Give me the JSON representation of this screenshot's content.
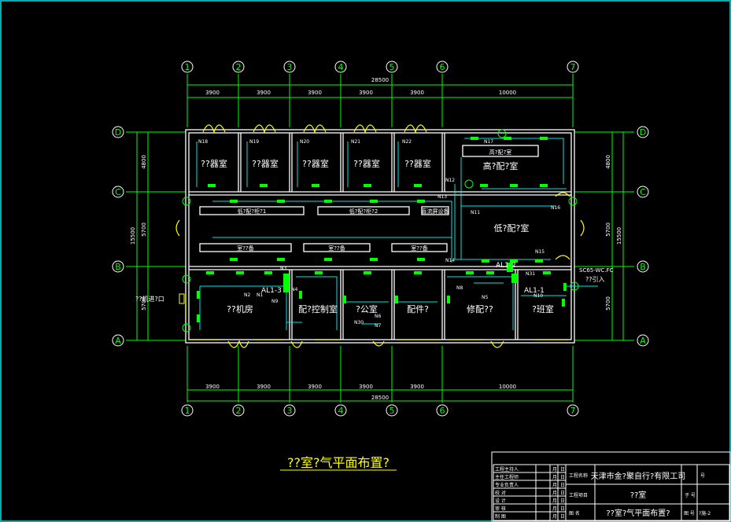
{
  "axes_top": [
    "1",
    "2",
    "3",
    "4",
    "5",
    "6",
    "7"
  ],
  "axes_bottom": [
    "1",
    "2",
    "3",
    "4",
    "5",
    "6",
    "7"
  ],
  "axes_left": [
    "D",
    "C",
    "B",
    "A"
  ],
  "axes_right": [
    "D",
    "C",
    "B",
    "A"
  ],
  "dims_top": {
    "total": "28500",
    "spans": [
      "3900",
      "3900",
      "3900",
      "3900",
      "3900",
      "10000"
    ]
  },
  "dims_bottom": {
    "total": "28500",
    "spans": [
      "3900",
      "3900",
      "3900",
      "3900",
      "3900",
      "10000"
    ]
  },
  "dims_left": {
    "total": "15500",
    "spans": [
      "4800",
      "5700",
      "5700"
    ]
  },
  "dims_right": {
    "total": "15500",
    "spans": [
      "4800",
      "5700",
      "5700"
    ]
  },
  "rooms_top": [
    "??器室",
    "??器室",
    "??器室",
    "??器室",
    "??器室"
  ],
  "room_hv": [
    "高?配?室"
  ],
  "room_lv": "低?配?室",
  "rooms_bottom": [
    "??机房",
    "配?控制室",
    "?公室",
    "配件?",
    "修配??",
    "?班室"
  ],
  "equipment": [
    "低?配?柜?1",
    "低?配?柜?2",
    "直流屏设备",
    "室??备",
    "室??备",
    "室??备"
  ],
  "circuit_tags": [
    "N18",
    "N19",
    "N20",
    "N21",
    "N22",
    "N17",
    "N12",
    "N13",
    "N16",
    "N11",
    "N15",
    "N14",
    "N3",
    "N1",
    "N2",
    "N10",
    "N4",
    "N5",
    "N6",
    "N7",
    "N8",
    "N9",
    "N30",
    "N31"
  ],
  "panels": [
    "AL1-3",
    "AL1-2",
    "AL1-1"
  ],
  "side_labels": {
    "cable_in": "??机进?口",
    "incoming": "SC65-WC.FC",
    "incoming_sub": "??引入"
  },
  "drawing_title": "??室?气平面布置?",
  "title_block": {
    "left_rows": [
      "工程主持人",
      "主任工程师",
      "专业负责人",
      "校 对",
      "设 计",
      "审 核",
      "制 图"
    ],
    "date_marks": [
      "月",
      "日"
    ],
    "project_name_label": "工程名称",
    "project_name": "天津市金?聚自行?有限工司",
    "item_label": "工程项目",
    "item_value": "??室",
    "drawing_label": "图 名",
    "drawing_value": "??室?气平面布置?",
    "num_label": "号",
    "sub_label": "子 号",
    "sheet_label": "图 号",
    "sheet_value": "?施-2"
  }
}
